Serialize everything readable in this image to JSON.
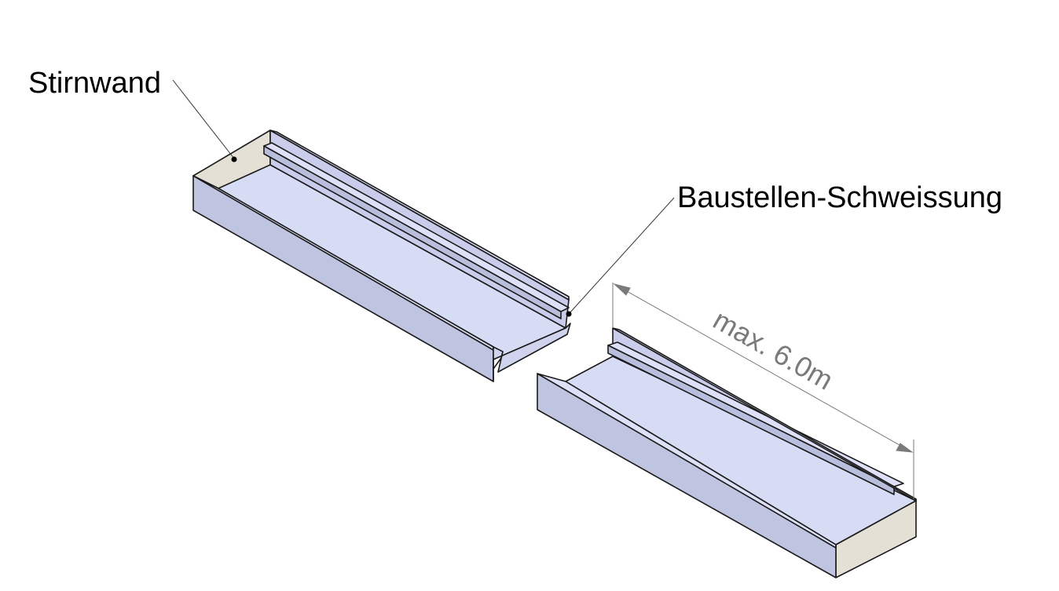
{
  "labels": {
    "end_wall": "Stirnwand",
    "site_weld": "Baustellen-Schweissung",
    "max_length": "max. 6.0m"
  },
  "colors": {
    "background": "#ffffff",
    "outline": "#1a1a1a",
    "floor": "#d7dcf5",
    "side_wall_outer": "#bfc4e0",
    "side_wall_inner": "#c9cdeb",
    "lip_top": "#dde0f6",
    "end_wall": "#e4e0d6",
    "dimension_line": "#7a7a7a"
  }
}
